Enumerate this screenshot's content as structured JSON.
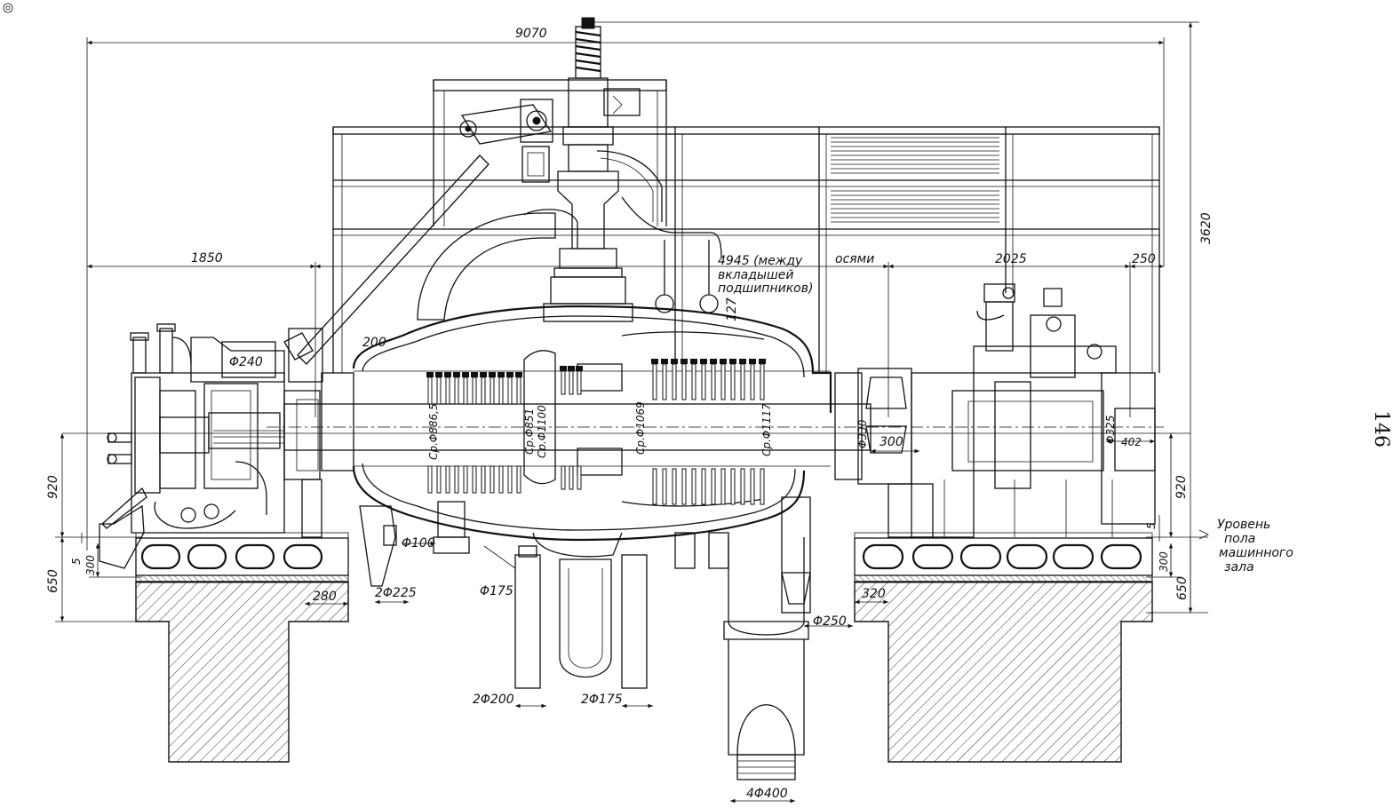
{
  "dimensions": {
    "overall_length": "9070",
    "overall_height": "3620",
    "left_span": "1850",
    "bearing_axes_1": "4945 (между",
    "bearing_axes_2": "вкладышей",
    "bearing_axes_3": "подшипников)",
    "bearing_axes_4": "осями",
    "right_span": "2025",
    "right_end": "250",
    "d127": "127",
    "d200": "200",
    "phi240": "Φ240",
    "left_height_920": "920",
    "left_height_650": "650",
    "left_5": "5",
    "left_300": "300",
    "d280": "280",
    "phi100": "Φ100",
    "two_phi225": "2Φ225",
    "phi175": "Φ175",
    "two_phi200": "2Φ200",
    "two_phi175": "2Φ175",
    "four_phi400": "4Φ400",
    "phi250": "Φ250",
    "d320": "320",
    "d300": "300",
    "phi330": "Φ330",
    "phi325": "Φ325",
    "d402": "402",
    "right_height_920": "920",
    "right_height_650": "650",
    "right_5": "5",
    "right_300": "300",
    "sr_phi886": "Ср.Φ886,5",
    "sr_phi851": "Ср.Φ851",
    "sr_phi1100": "Ср.Φ1100",
    "sr_phi1069": "Ср.Φ1069",
    "sr_phi1117": "Ср.Φ1117"
  },
  "notes": {
    "floor_level_1": "Уровень",
    "floor_level_2": "пола",
    "floor_level_3": "машинного",
    "floor_level_4": "зала"
  },
  "page_number": "146"
}
